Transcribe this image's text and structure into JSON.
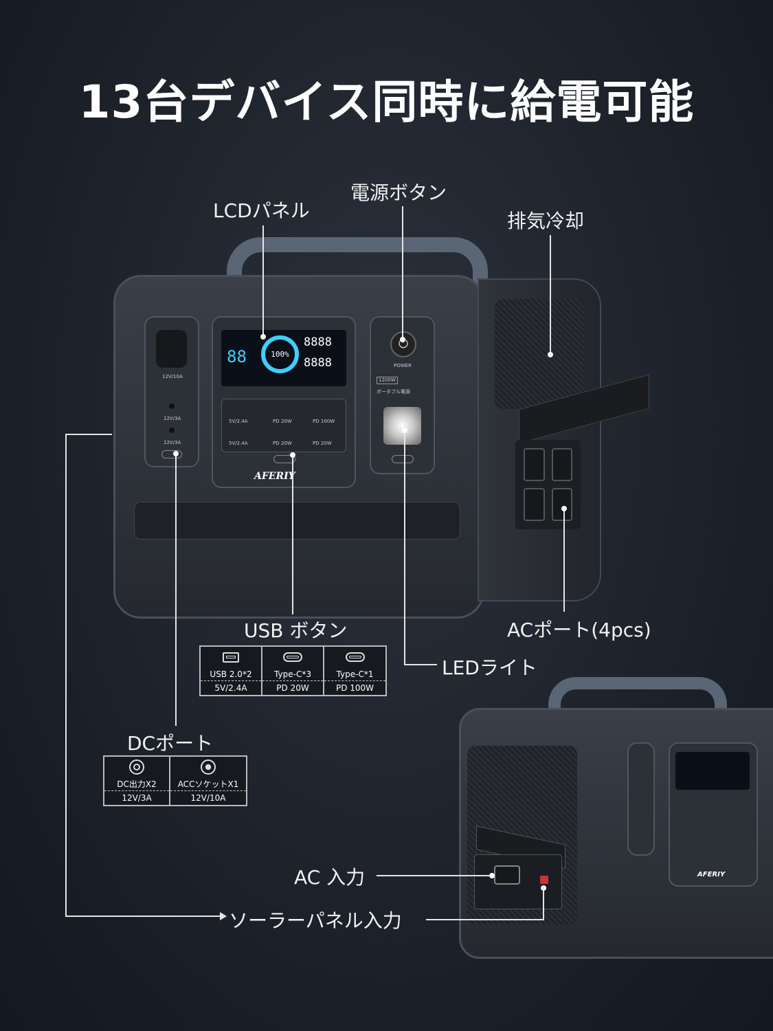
{
  "title": "13台デバイス同時に給電可能",
  "labels": {
    "lcd": "LCDパネル",
    "power": "電源ボタン",
    "exhaust": "排気冷却",
    "usb_button": "USB ボタン",
    "ac_port": "ACポート(4pcs)",
    "led": "LEDライト",
    "dc_port": "DCポート",
    "ac_input": "AC 入力",
    "solar_input": "ソーラーパネル入力"
  },
  "usb_table": [
    {
      "icon": "usb-a-icon",
      "name": "USB 2.0*2",
      "spec": "5V/2.4A"
    },
    {
      "icon": "usb-c-icon",
      "name": "Type-C*3",
      "spec": "PD 20W"
    },
    {
      "icon": "usb-c-icon",
      "name": "Type-C*1",
      "spec": "PD 100W"
    }
  ],
  "dc_table": [
    {
      "icon": "dc-port-icon",
      "name": "DC出力X2",
      "spec": "12V/3A"
    },
    {
      "icon": "car-socket-icon",
      "name": "ACCソケットX1",
      "spec": "12V/10A"
    }
  ],
  "device": {
    "brand": "AFERIY",
    "power_label": "POWER",
    "capacity_badge": "1200W",
    "product_name": "ポータブル電源",
    "lcd_percent": "100%",
    "lcd_left": "88",
    "lcd_input": "8888",
    "lcd_output": "8888",
    "port_labels": [
      "5V/2.4A",
      "PD 20W",
      "PD 100W",
      "5V/2.4A",
      "PD 20W",
      "PD 20W"
    ],
    "dc_labels": [
      "12V/10A",
      "12V/3A",
      "12V/3A"
    ]
  },
  "colors": {
    "background": "#1d222b",
    "lcd_accent": "#3fd0ff"
  }
}
